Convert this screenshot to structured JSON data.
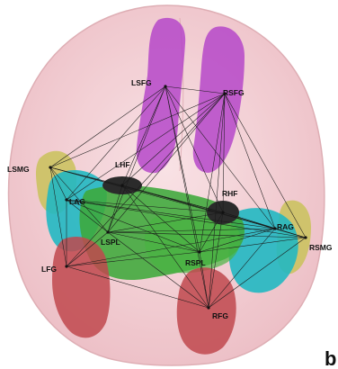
{
  "figure": {
    "panel_label": "b",
    "regions": [
      {
        "id": "LSFG",
        "label": "LSFG",
        "color": "#b23ec8"
      },
      {
        "id": "RSFG",
        "label": "RSFG",
        "color": "#b23ec8"
      },
      {
        "id": "LSMG",
        "label": "LSMG",
        "color": "#c9c25a"
      },
      {
        "id": "RSMG",
        "label": "RSMG",
        "color": "#c9c25a"
      },
      {
        "id": "LHF",
        "label": "LHF",
        "color": "#2b2b2b"
      },
      {
        "id": "RHF",
        "label": "RHF",
        "color": "#2b2b2b"
      },
      {
        "id": "LAG",
        "label": "LAG",
        "color": "#21b8c2"
      },
      {
        "id": "RAG",
        "label": "RAG",
        "color": "#21b8c2"
      },
      {
        "id": "LSPL",
        "label": "LSPL",
        "color": "#3ea83a"
      },
      {
        "id": "RSPL",
        "label": "RSPL",
        "color": "#3ea83a"
      },
      {
        "id": "LFG",
        "label": "LFG",
        "color": "#c0484e"
      },
      {
        "id": "RFG",
        "label": "RFG",
        "color": "#c0484e"
      }
    ],
    "colors": {
      "brain_shell": "#f3c9cf",
      "brain_outline": "#d9a0a8",
      "edge": "#1a1a1a"
    }
  }
}
